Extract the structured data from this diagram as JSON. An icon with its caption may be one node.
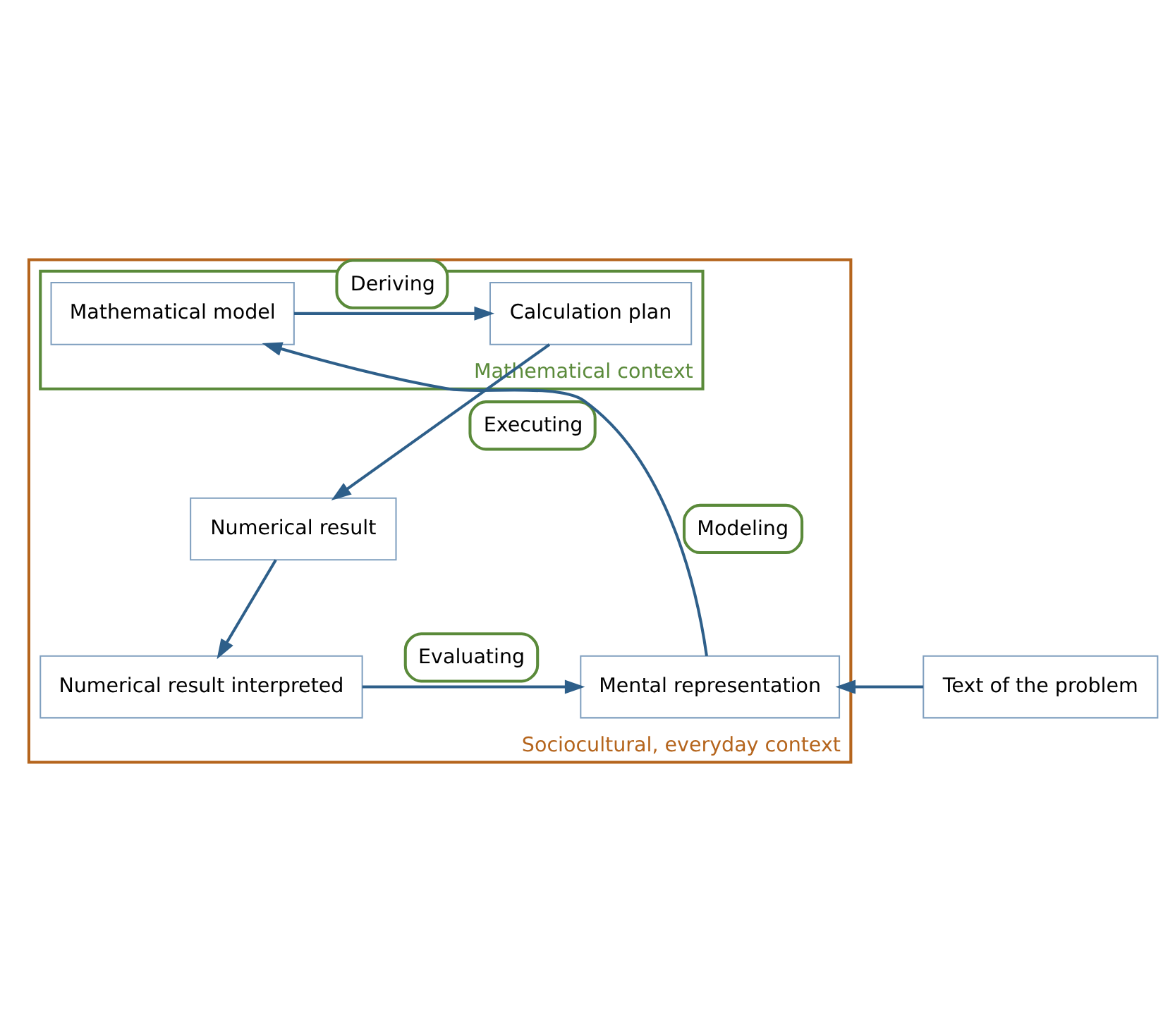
{
  "diagram": {
    "nodes": [
      {
        "text": [
          "Sociocultural, everyday context"
        ]
      },
      {
        "text": [
          "Mathematical context"
        ],
        "in": 0
      },
      {
        "text": [
          "Mathematical model"
        ],
        "in": 1
      },
      {
        "text": [
          "Calculation plan"
        ],
        "in": 1
      },
      {
        "text": [
          "Numerical result"
        ],
        "in": 0
      },
      {
        "text": [
          "Mental representation"
        ],
        "in": 0
      },
      {
        "text": [
          "Numerical result interpreted"
        ],
        "in": 0
      },
      {
        "text": [
          "Text of the problem"
        ]
      }
    ],
    "edges": [
      {
        "from": 2,
        "to": 3,
        "arrow": "to",
        "label": "Deriving"
      },
      {
        "from": 3,
        "to": 4,
        "arrow": "to",
        "label": "Executing"
      },
      {
        "from": 4,
        "to": 6,
        "arrow": "to"
      },
      {
        "from": 6,
        "to": 5,
        "arrow": "to",
        "label": "Evaluating"
      },
      {
        "from": 5,
        "to": 2,
        "arrow": "to",
        "label": "Modeling"
      },
      {
        "from": 7,
        "to": 5,
        "arrow": "to"
      }
    ]
  }
}
